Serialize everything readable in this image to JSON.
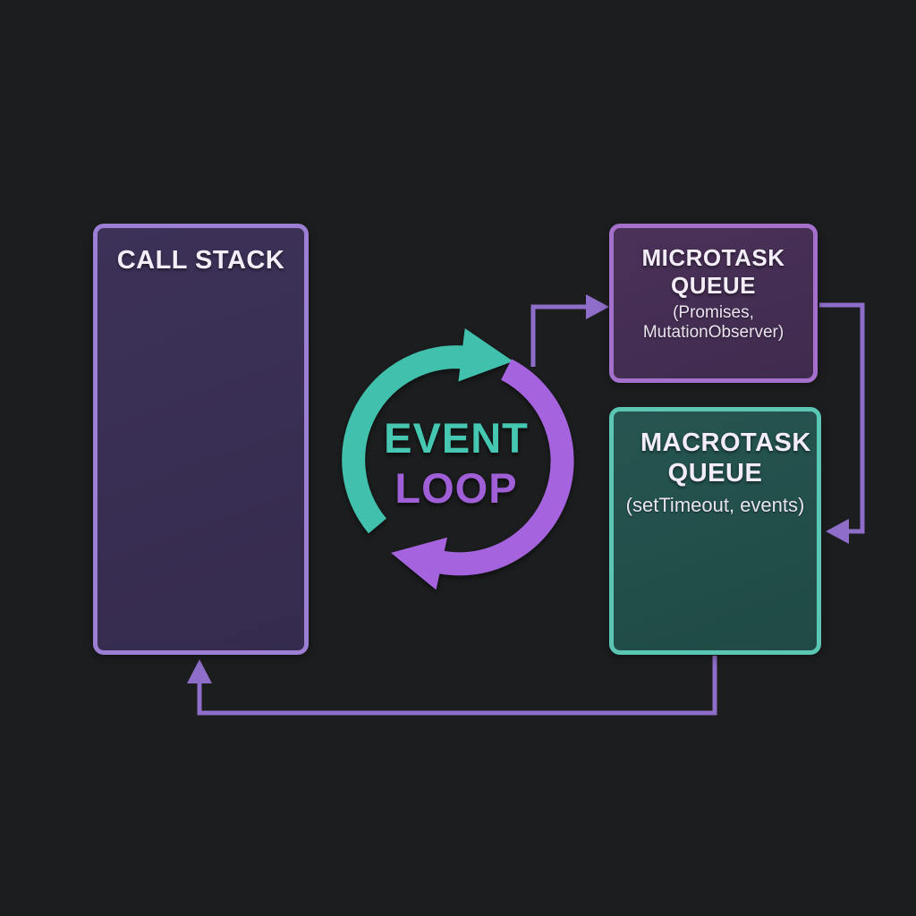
{
  "nodes": {
    "call_stack": {
      "label": "CALL STACK"
    },
    "microtask_queue": {
      "label": "MICROTASK QUEUE",
      "sublabel": "(Promises, MutationObserver)"
    },
    "macrotask_queue": {
      "label": "MACROTASK QUEUE",
      "sublabel": "(setTimeout, events)"
    },
    "event_loop": {
      "line1": "EVENT",
      "line2": "LOOP"
    }
  },
  "edges": [
    {
      "from": "event_loop",
      "to": "microtask_queue",
      "color": "#8e6ec9"
    },
    {
      "from": "microtask_queue",
      "to": "macrotask_queue",
      "color": "#8e6ec9"
    },
    {
      "from": "macrotask_queue",
      "to": "call_stack",
      "color": "#8e6ec9"
    }
  ],
  "colors": {
    "background": "#1b1d1e",
    "purple-border": "#9c7fd4",
    "purple-fill": "#3d3158",
    "magenta-border": "#a470cc",
    "magenta-fill": "#4a3158",
    "teal-border": "#5cc6b4",
    "teal-fill": "#265550",
    "arc-teal": "#41c1ad",
    "arc-purple": "#a564dd",
    "connector": "#8e6ec9",
    "label-text": "#f3edf8",
    "event-text": "#45c7b2",
    "loop-text": "#a05fd6"
  }
}
